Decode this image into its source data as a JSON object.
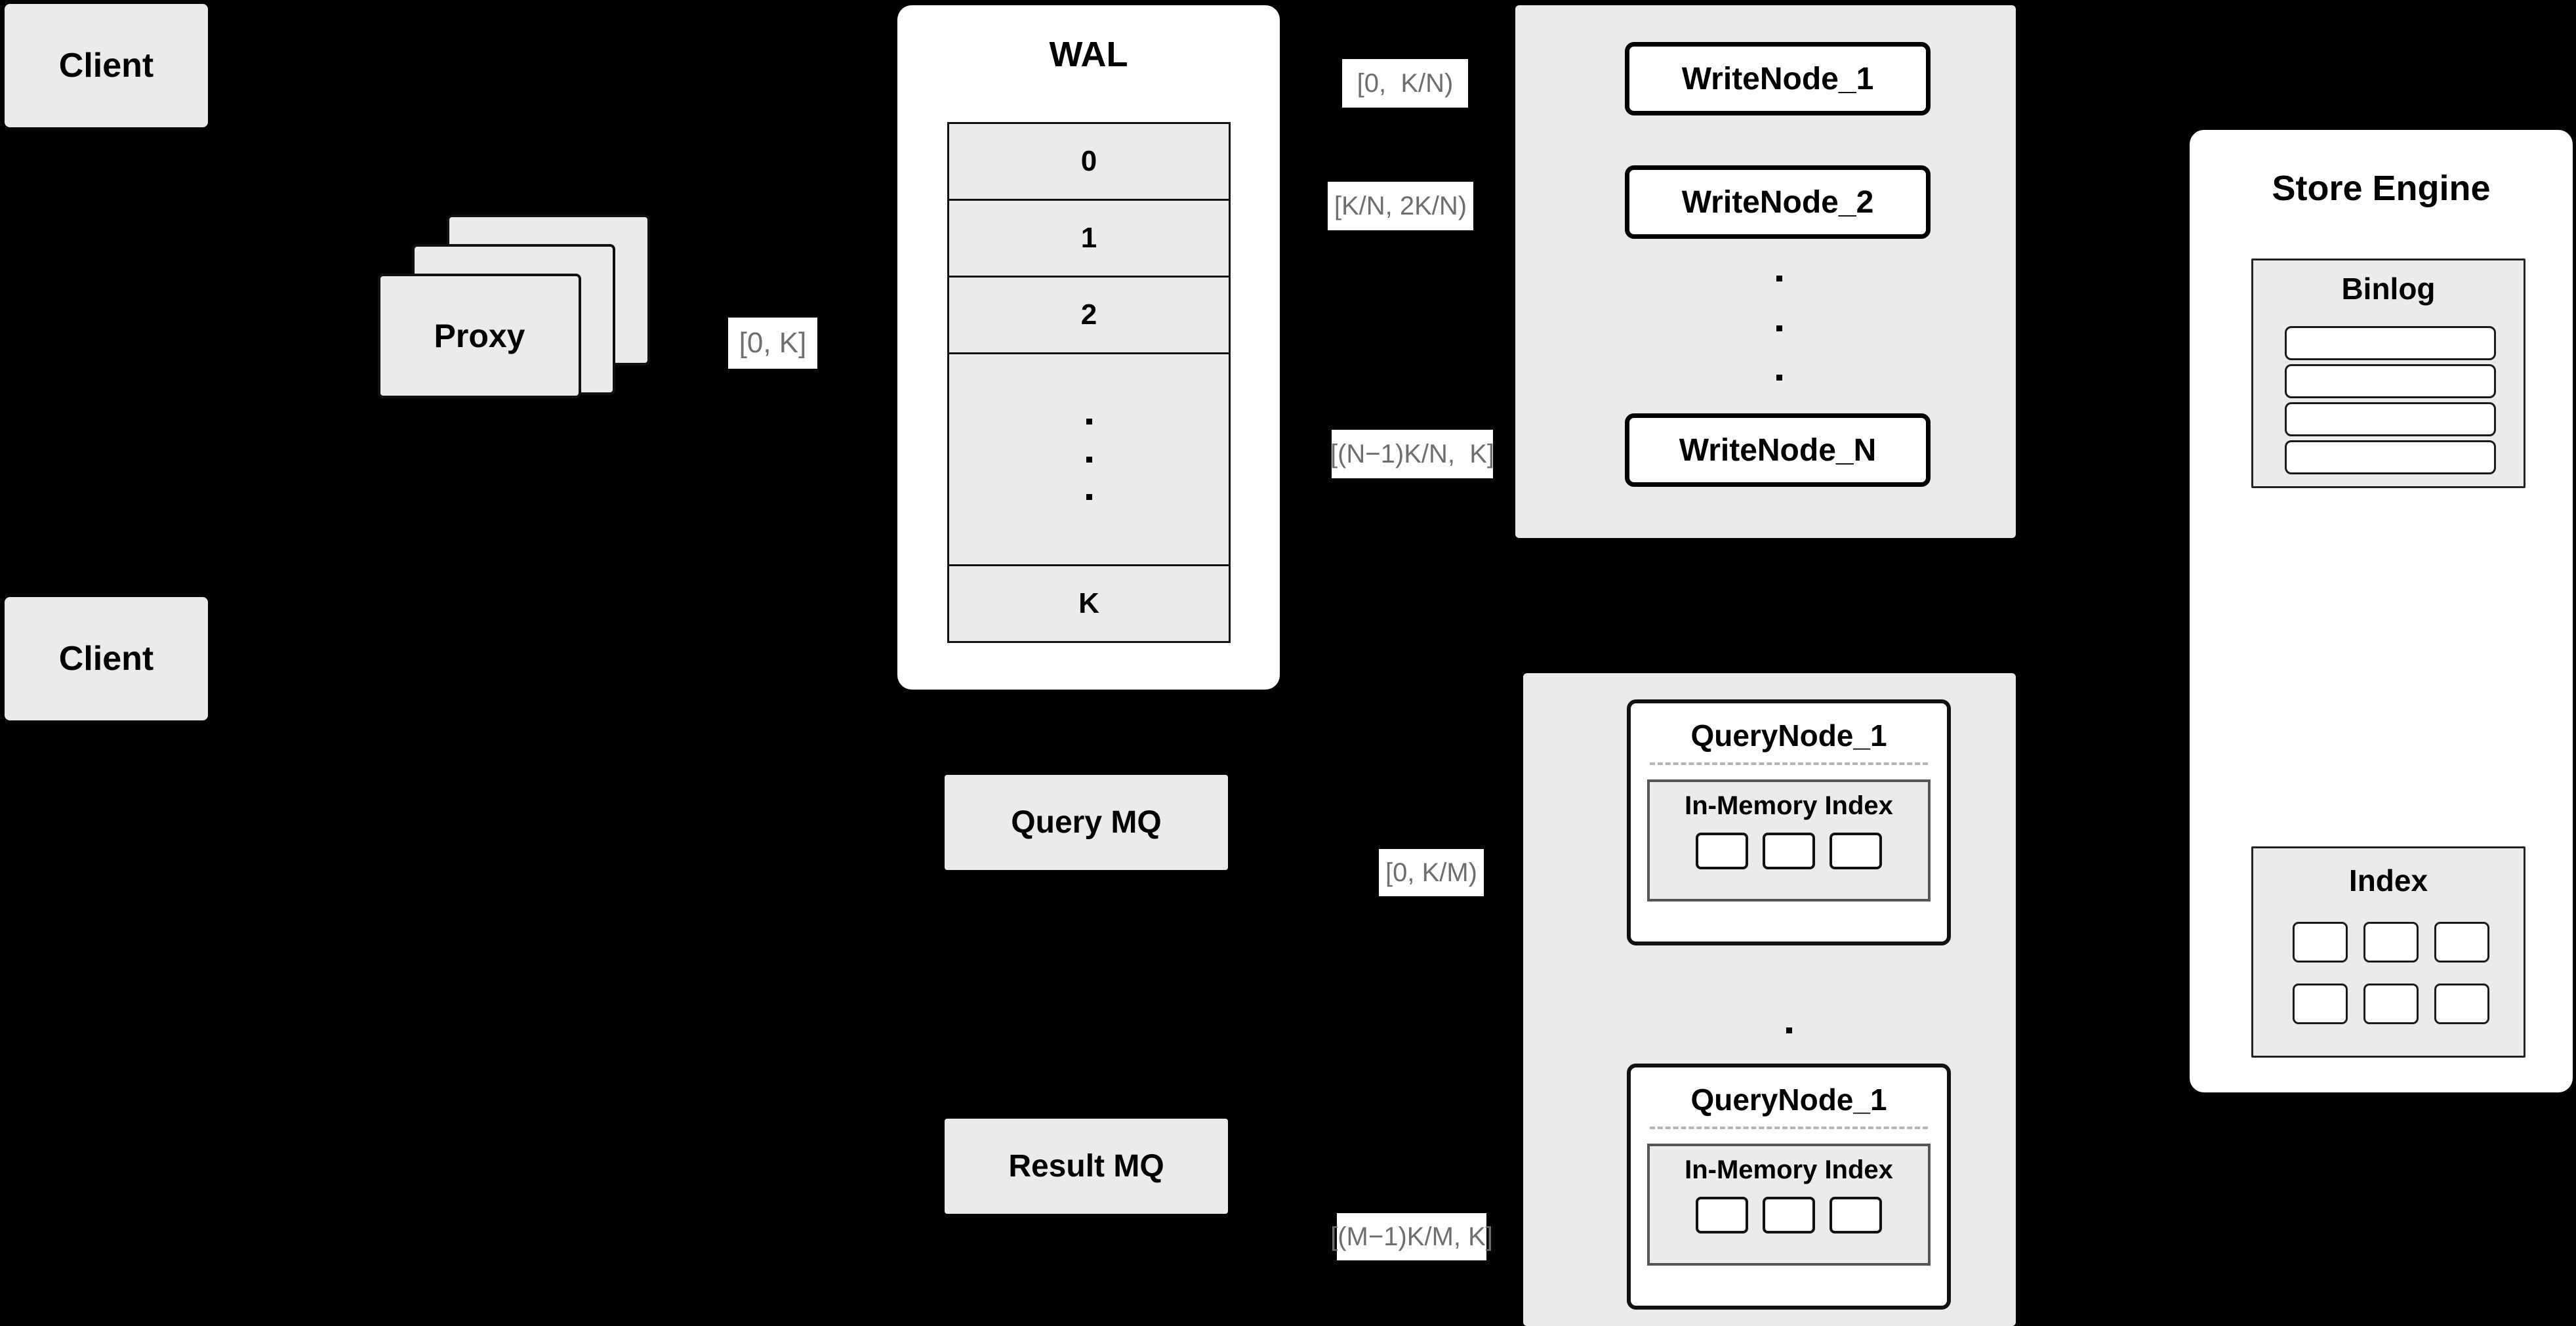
{
  "diagram": {
    "title": "Distributed Write/Query Architecture",
    "background_color": "#000000",
    "card_fill": "#ebebeb",
    "panel_fill": "#ffffff",
    "label_text_color": "#6e6e6e",
    "stroke_color": "#000000"
  },
  "clients": [
    {
      "label": "Client"
    },
    {
      "label": "Client"
    }
  ],
  "proxy": {
    "label": "Proxy",
    "stack_count": 3
  },
  "edges": {
    "proxy_to_wal": "[0, K]",
    "wal_to_writenode_1": "[0,  K/N)",
    "wal_to_writenode_2": "[K/N, 2K/N)",
    "wal_to_writenode_n": "[(N−1)K/N,  K]",
    "mq_to_querynode_1": "[0, K/M)",
    "mq_to_querynode_m": "[(M−1)K/M, K]"
  },
  "wal": {
    "title": "WAL",
    "rows": [
      "0",
      "1",
      "2",
      "⋮",
      "K"
    ],
    "ellipsis_row_index": 3
  },
  "write_cluster": {
    "nodes": [
      {
        "label": "WriteNode_1"
      },
      {
        "label": "WriteNode_2"
      },
      {
        "label": "WriteNode_N"
      }
    ],
    "ellipsis": "⋮"
  },
  "query_cluster": {
    "nodes": [
      {
        "label": "QueryNode_1",
        "index_label": "In-Memory Index",
        "segment_count": 3
      },
      {
        "label": "QueryNode_1",
        "index_label": "In-Memory Index",
        "segment_count": 3
      }
    ],
    "ellipsis": "⋮"
  },
  "message_queues": [
    {
      "label": "Query MQ"
    },
    {
      "label": "Result MQ"
    }
  ],
  "store_engine": {
    "title": "Store Engine",
    "binlog": {
      "title": "Binlog",
      "bar_count": 4
    },
    "index": {
      "title": "Index",
      "rows": 2,
      "cols": 3,
      "chip_count": 6
    }
  }
}
